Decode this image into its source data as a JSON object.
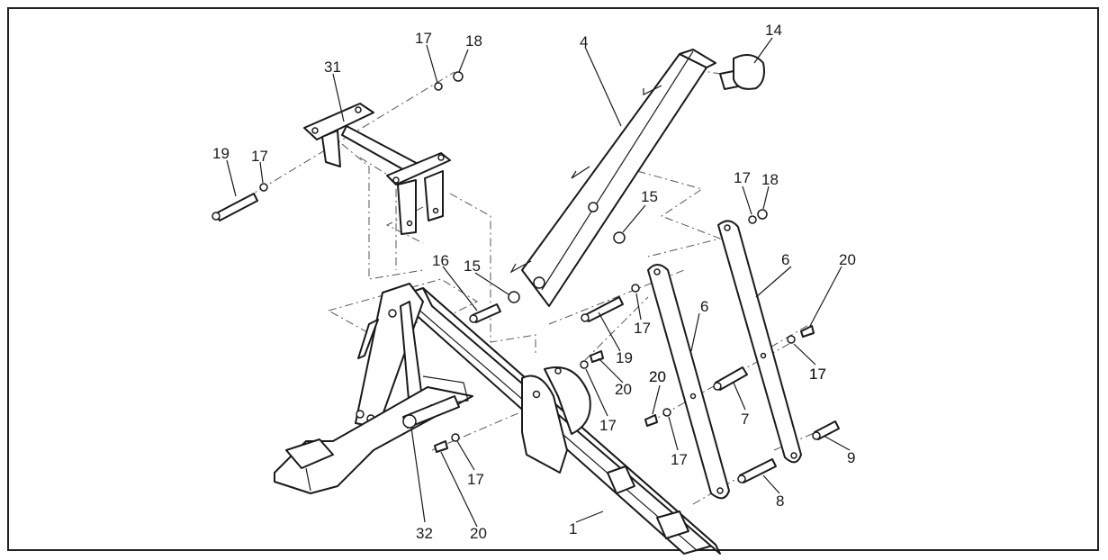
{
  "diagram": {
    "callouts": [
      {
        "id": "c-31",
        "label": "31"
      },
      {
        "id": "c-17a",
        "label": "17"
      },
      {
        "id": "c-18a",
        "label": "18"
      },
      {
        "id": "c-4",
        "label": "4"
      },
      {
        "id": "c-14",
        "label": "14"
      },
      {
        "id": "c-19a",
        "label": "19"
      },
      {
        "id": "c-17b",
        "label": "17"
      },
      {
        "id": "c-17c",
        "label": "17"
      },
      {
        "id": "c-18b",
        "label": "18"
      },
      {
        "id": "c-15a",
        "label": "15"
      },
      {
        "id": "c-16",
        "label": "16"
      },
      {
        "id": "c-15b",
        "label": "15"
      },
      {
        "id": "c-6a",
        "label": "6"
      },
      {
        "id": "c-20a",
        "label": "20"
      },
      {
        "id": "c-17d",
        "label": "17"
      },
      {
        "id": "c-19b",
        "label": "19"
      },
      {
        "id": "c-6b",
        "label": "6"
      },
      {
        "id": "c-20b",
        "label": "20"
      },
      {
        "id": "c-17e",
        "label": "17"
      },
      {
        "id": "c-20c",
        "label": "20"
      },
      {
        "id": "c-17f",
        "label": "17"
      },
      {
        "id": "c-20d",
        "label": "20"
      },
      {
        "id": "c-7",
        "label": "7"
      },
      {
        "id": "c-17g",
        "label": "17"
      },
      {
        "id": "c-17h",
        "label": "17"
      },
      {
        "id": "c-9",
        "label": "9"
      },
      {
        "id": "c-8",
        "label": "8"
      },
      {
        "id": "c-32",
        "label": "32"
      },
      {
        "id": "c-20e",
        "label": "20"
      },
      {
        "id": "c-1",
        "label": "1"
      },
      {
        "id": "c-17i",
        "label": "17"
      }
    ]
  }
}
